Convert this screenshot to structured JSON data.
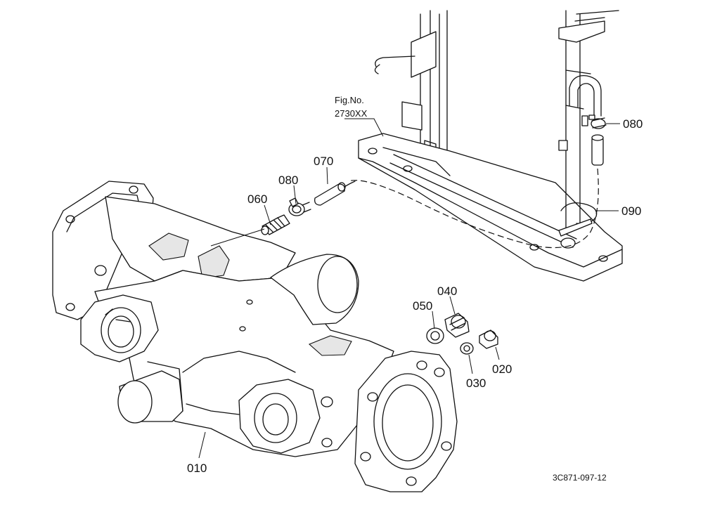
{
  "fig_ref": {
    "line1": "Fig.No.",
    "line2": "2730XX"
  },
  "callouts": {
    "p010": "010",
    "p020": "020",
    "p030": "030",
    "p040": "040",
    "p050": "050",
    "p060": "060",
    "p070": "070",
    "p080a": "080",
    "p080b": "080",
    "p090": "090"
  },
  "drawing_id": "3C871-097-12"
}
